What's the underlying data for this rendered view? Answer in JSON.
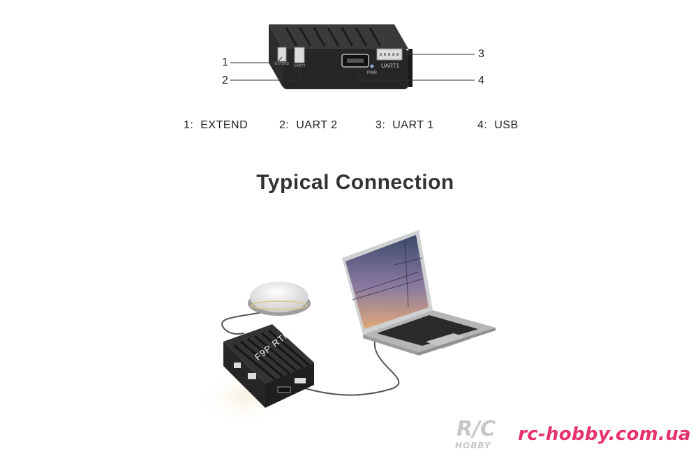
{
  "device_top": {
    "labels": {
      "uart1_port": "UART1",
      "pwr_led": "PWR",
      "uart2_port": "UART2",
      "extend_port": "EXTEND"
    },
    "callouts": [
      "1",
      "2",
      "3",
      "4"
    ]
  },
  "legend": [
    {
      "num": "1:",
      "label": "EXTEND"
    },
    {
      "num": "2:",
      "label": "UART 2"
    },
    {
      "num": "3:",
      "label": "UART 1"
    },
    {
      "num": "4:",
      "label": "USB"
    }
  ],
  "section": {
    "heading": "Typical Connection"
  },
  "device_bottom": {
    "brand_label": "F9P RTK"
  },
  "watermark": {
    "logo_rc": "R/C",
    "logo_hobby": "HOBBY",
    "url": "rc-hobby.com.ua"
  },
  "colors": {
    "device_body": "#2a2a2a",
    "heading": "#333333",
    "watermark_url": "#e6336b",
    "watermark_logo": "#c8c8c8"
  }
}
